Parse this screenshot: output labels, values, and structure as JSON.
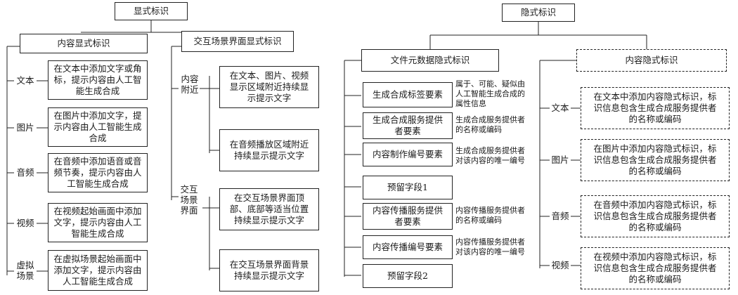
{
  "explicit": {
    "root": "显式标识",
    "content": {
      "title": "内容显式标识",
      "items": [
        {
          "label": "文本",
          "desc": "在文本中添加文字或角\n标，提示内容由人工智\n能生成合成"
        },
        {
          "label": "图片",
          "desc": "在图片中添加文字，提\n示内容由人工智能生成\n合成"
        },
        {
          "label": "音频",
          "desc": "在音频中添加语音或音\n频节奏，提示内容由人\n工智能生成合成"
        },
        {
          "label": "视频",
          "desc": "在视频起始画面中添加\n文字，提示内容由人工\n智能生成合成"
        },
        {
          "label": "虚拟\n场景",
          "desc": "在虚拟场景起始画面中\n添加文字，提示内容由\n人工智能生成合成"
        }
      ]
    },
    "interactive": {
      "title": "交互场景界面显式标识",
      "groups": [
        {
          "label": "内容\n附近",
          "items": [
            "在文本、图片、视频\n显示区域附近持续显\n示提示文字",
            "在音频播放区域附近\n持续显示提示文字"
          ]
        },
        {
          "label": "交互\n场景\n界面",
          "items": [
            "在交互场景界面顶\n部、底部等适当位置\n持续显示提示文字",
            "在交互场景界面背景\n持续显示提示文字"
          ]
        }
      ]
    }
  },
  "implicit": {
    "root": "隐式标识",
    "metadata": {
      "title": "文件元数据隐式标识",
      "items": [
        {
          "label": "生成合成标签要素",
          "note": "属于、可能、疑似由\n人工智能生成合成的\n属性信息"
        },
        {
          "label": "生成合成服务提供\n者要素",
          "note": "生成合成服务提供者\n的名称或编码"
        },
        {
          "label": "内容制作编号要素",
          "note": "生成合成服务提供者\n对该内容的唯一编号"
        },
        {
          "label": "预留字段1",
          "note": ""
        },
        {
          "label": "内容传播服务提供\n者要素",
          "note": "内容传播服务提供者\n的名称或编码"
        },
        {
          "label": "内容传播编号要素",
          "note": "内容传播服务提供者\n对该内容的唯一编号"
        },
        {
          "label": "预留字段2",
          "note": ""
        }
      ]
    },
    "content": {
      "title": "内容隐式标识",
      "items": [
        {
          "label": "文本",
          "desc": "在文本中添加内容隐式标识，标\n识信息包含生成合成服务提供者\n的名称或编码"
        },
        {
          "label": "图片",
          "desc": "在图片中添加内容隐式标识，标\n识信息包含生成合成服务提供者\n的名称或编码"
        },
        {
          "label": "音频",
          "desc": "在音频中添加内容隐式标识，标\n识信息包含生成合成服务提供者\n的名称或编码"
        },
        {
          "label": "视频",
          "desc": "在视频中添加内容隐式标识，标\n识信息包含生成合成服务提供者\n的名称或编码"
        }
      ]
    }
  }
}
